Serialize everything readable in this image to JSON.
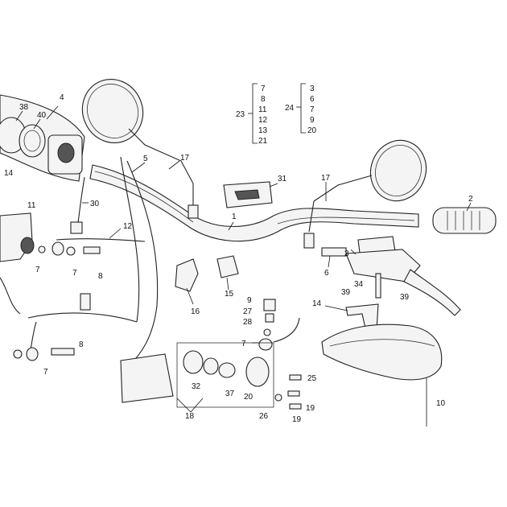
{
  "labels": {
    "p1": "1",
    "p2": "2",
    "p3": "3",
    "p4": "4",
    "p5": "5",
    "p6": "6",
    "p7a": "7",
    "p7b": "7",
    "p7c": "7",
    "p7d": "7",
    "p8a": "8",
    "p8b": "8",
    "p9": "9",
    "p10": "10",
    "p11": "11",
    "p12": "12",
    "p14a": "14",
    "p14b": "14",
    "p15": "15",
    "p16": "16",
    "p17a": "17",
    "p17b": "17",
    "p18": "18",
    "p19a": "19",
    "p19b": "19",
    "p20": "20",
    "p25": "25",
    "p26": "26",
    "p27": "27",
    "p28": "28",
    "p30": "30",
    "p31": "31",
    "p32": "32",
    "p34": "34",
    "p37": "37",
    "p38": "38",
    "p39a": "39",
    "p39b": "39",
    "p40": "40"
  },
  "kit23": {
    "id": "23",
    "items": [
      "7",
      "8",
      "11",
      "12",
      "13",
      "21"
    ]
  },
  "kit24": {
    "id": "24",
    "items": [
      "3",
      "6",
      "7",
      "9",
      "20"
    ]
  }
}
